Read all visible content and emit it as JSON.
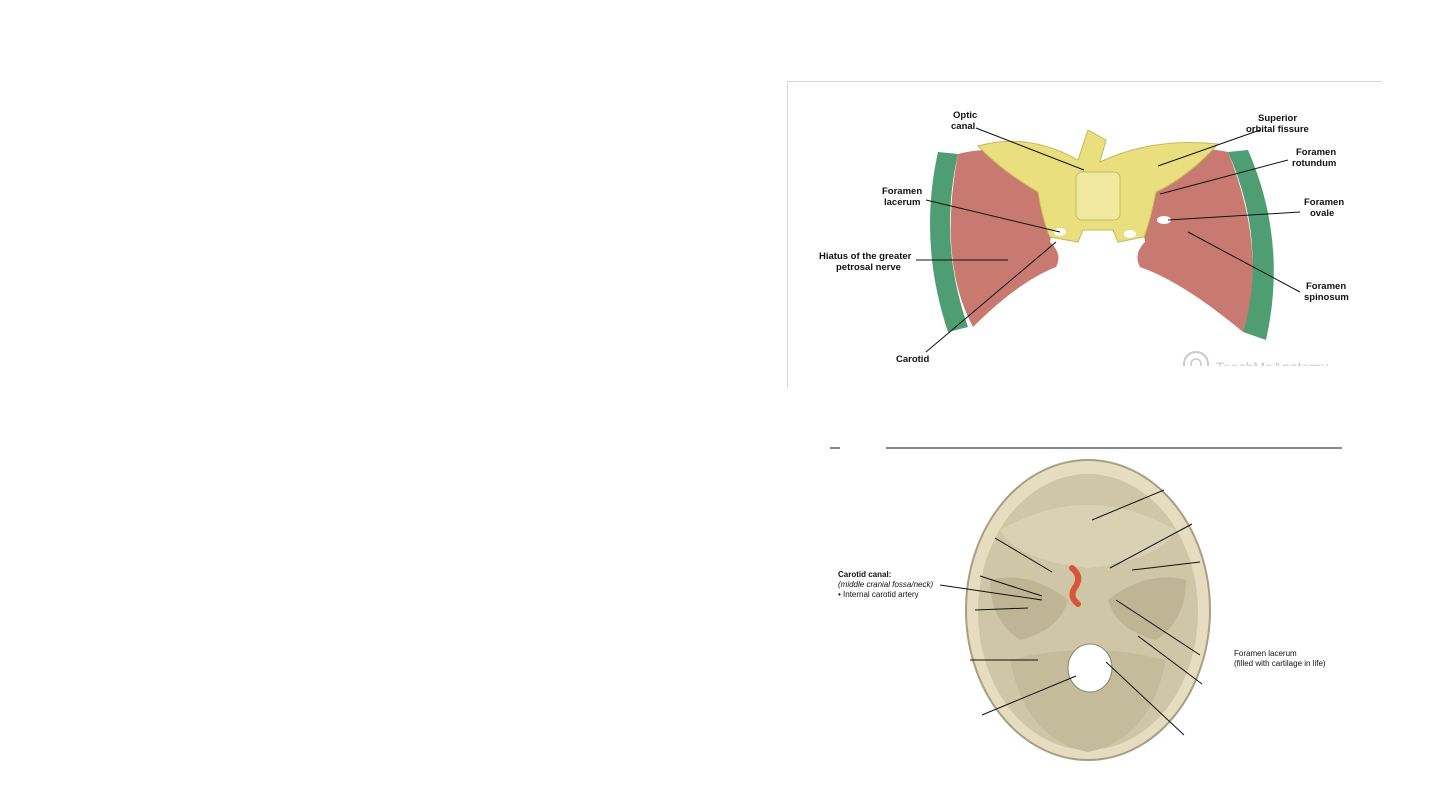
{
  "figure_top": {
    "labels": {
      "optic_canal_1": "Optic",
      "optic_canal_2": "canal",
      "superior_orbital_fissure_1": "Superior",
      "superior_orbital_fissure_2": "orbital fissure",
      "foramen_rotundum_1": "Foramen",
      "foramen_rotundum_2": "rotundum",
      "foramen_lacerum_1": "Foramen",
      "foramen_lacerum_2": "lacerum",
      "foramen_ovale_1": "Foramen",
      "foramen_ovale_2": "ovale",
      "hiatus_1": "Hiatus of the greater",
      "hiatus_2": "petrosal nerve",
      "foramen_spinosum_1": "Foramen",
      "foramen_spinosum_2": "spinosum",
      "carotid": "Carotid",
      "watermark": "TeachMeAnatomy"
    },
    "colors": {
      "sphenoid": "#e9df7e",
      "temporal": "#c97a70",
      "squamous_edge": "#4f9e73"
    }
  },
  "figure_bottom": {
    "labels": {
      "carotid_canal_title": "Carotid canal:",
      "carotid_canal_sub": "(middle cranial fossa/neck)",
      "carotid_canal_item": "• Internal carotid artery",
      "foramen_lacerum_1": "Foramen lacerum",
      "foramen_lacerum_2": "(filled with cartilage in life)"
    },
    "colors": {
      "bone": "#cfc6a8",
      "artery": "#d9553a"
    }
  }
}
